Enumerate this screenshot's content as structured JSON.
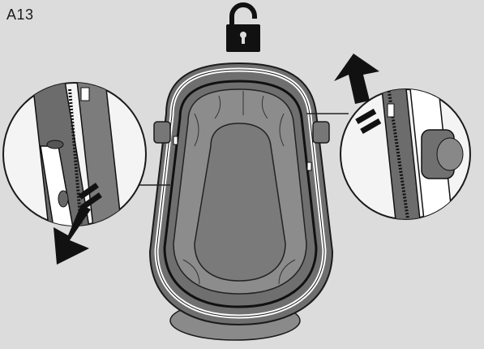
{
  "step": {
    "label": "A13"
  },
  "icons": {
    "unlock": "open-padlock",
    "left_arrow": "arrow-down-left",
    "right_arrow": "arrow-up-right"
  },
  "colors": {
    "background": "#dcdcdc",
    "fabric": "#7a7a7a",
    "frame": "#ffffff",
    "outline": "#1a1a1a"
  }
}
